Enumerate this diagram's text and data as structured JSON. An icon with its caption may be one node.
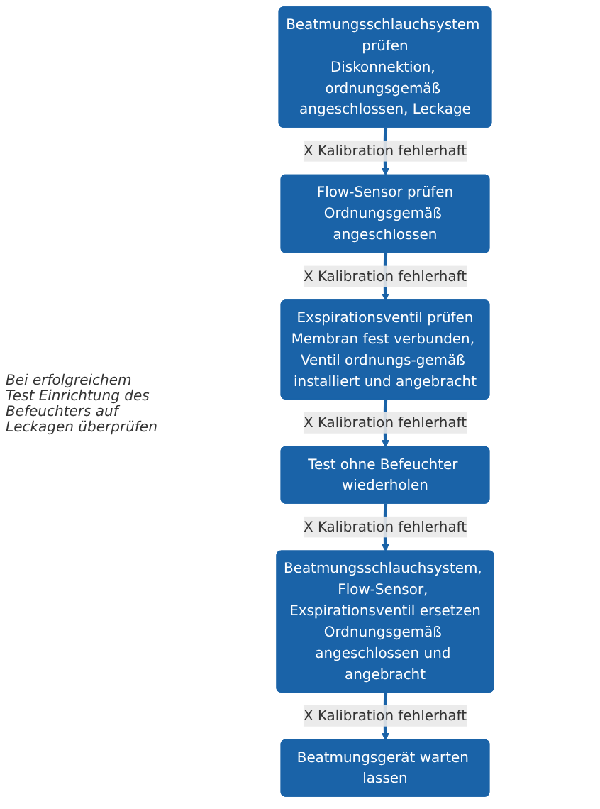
{
  "diagram": {
    "nodes": [
      {
        "text": [
          "Beatmungsschlauchsystem prüfen",
          "Diskonnektion, ordnungsgemäß angeschlossen, Leckage"
        ]
      },
      {
        "text": [
          "Flow-Sensor prüfen",
          "Ordnungsgemäß angeschlossen"
        ]
      },
      {
        "text": [
          "Exspirationsventil prüfen",
          "Membran fest verbunden, Ventil ordnungs-gemäß installiert und angebracht"
        ]
      },
      {
        "text": [
          "Test ohne Befeuchter wiederholen"
        ]
      },
      {
        "text": [
          "Beatmungsschlauchsystem, Flow-Sensor, Exspirationsventil ersetzen",
          "Ordnungsgemäß angeschlossen und angebracht"
        ]
      },
      {
        "text": [
          "Beatmungsgerät warten lassen"
        ]
      }
    ],
    "edges": [
      {
        "from": 0,
        "to": 1,
        "arrow": "to",
        "label": "X Kalibration fehlerhaft"
      },
      {
        "from": 1,
        "to": 2,
        "arrow": "to",
        "label": "X Kalibration fehlerhaft"
      },
      {
        "from": 2,
        "to": 3,
        "arrow": "to",
        "label": "X Kalibration fehlerhaft"
      },
      {
        "from": 3,
        "to": 4,
        "arrow": "to",
        "label": "X Kalibration fehlerhaft"
      },
      {
        "from": 4,
        "to": 5,
        "arrow": "to",
        "label": "X Kalibration fehlerhaft"
      }
    ],
    "labels": [
      "Bei erfolgreichem Test Einrichtung des Befeuchters auf Leckagen überprüfen"
    ]
  }
}
